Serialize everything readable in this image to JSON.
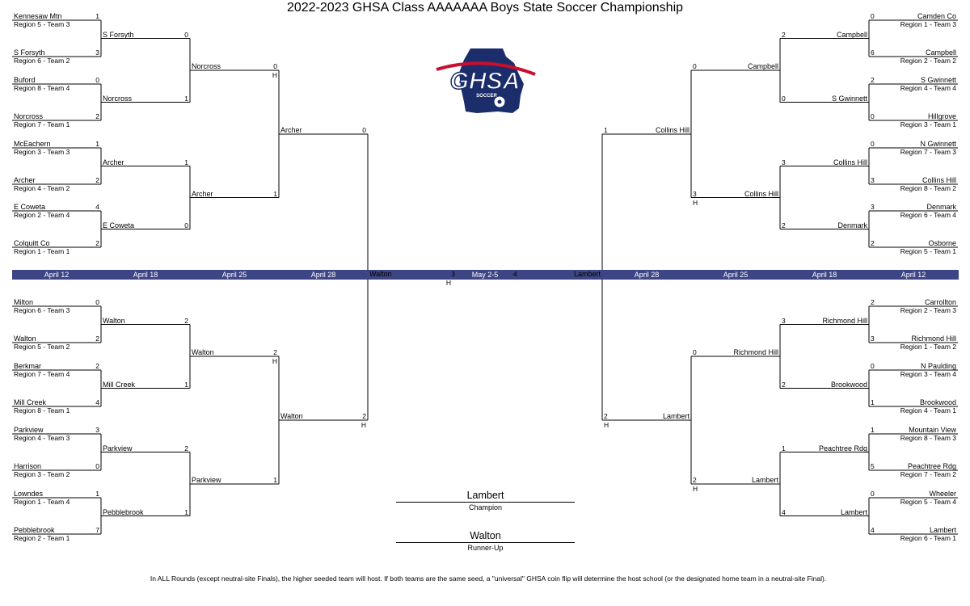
{
  "title": "2022-2023 GHSA Class AAAAAAA Boys State Soccer Championship",
  "dates": {
    "left": [
      "April 12",
      "April 18",
      "April 25",
      "April 28"
    ],
    "center": "May 2-5",
    "right": [
      "April 28",
      "April 25",
      "April 18",
      "April 12"
    ]
  },
  "logo": {
    "text": "GHSA",
    "subtext": "SOCCER",
    "color_primary": "#1c2d6b",
    "color_accent": "#c8102e"
  },
  "left": {
    "top": [
      {
        "name": "Kennesaw Mtn",
        "seed": "Region 5 - Team 3",
        "score": "1"
      },
      {
        "name": "S Forsyth",
        "seed": "Region 6 - Team 2",
        "score": "3"
      },
      {
        "name": "Buford",
        "seed": "Region 8 - Team 4",
        "score": "0"
      },
      {
        "name": "Norcross",
        "seed": "Region 7 - Team 1",
        "score": "2"
      },
      {
        "name": "McEachern",
        "seed": "Region 3 - Team 3",
        "score": "1"
      },
      {
        "name": "Archer",
        "seed": "Region 4 - Team 2",
        "score": "2"
      },
      {
        "name": "E Coweta",
        "seed": "Region 2 - Team 4",
        "score": "4"
      },
      {
        "name": "Colquitt Co",
        "seed": "Region 1 - Team 1",
        "score": "2"
      }
    ],
    "top_r2": [
      {
        "name": "S Forsyth",
        "score": "0"
      },
      {
        "name": "Norcross",
        "score": "1"
      },
      {
        "name": "Archer",
        "score": "1"
      },
      {
        "name": "E Coweta",
        "score": "0"
      }
    ],
    "top_r3": [
      {
        "name": "Norcross",
        "score": "0",
        "host": "H"
      },
      {
        "name": "Archer",
        "score": "1"
      }
    ],
    "top_r4": {
      "name": "Archer",
      "score": "0"
    },
    "bottom": [
      {
        "name": "Milton",
        "seed": "Region 6 - Team 3",
        "score": "0"
      },
      {
        "name": "Walton",
        "seed": "Region 5 - Team 2",
        "score": "2"
      },
      {
        "name": "Berkmar",
        "seed": "Region 7 - Team 4",
        "score": "2"
      },
      {
        "name": "Mill Creek",
        "seed": "Region 8 - Team 1",
        "score": "4"
      },
      {
        "name": "Parkview",
        "seed": "Region 4 - Team 3",
        "score": "3"
      },
      {
        "name": "Harrison",
        "seed": "Region 3 - Team 2",
        "score": "0"
      },
      {
        "name": "Lowndes",
        "seed": "Region 1 - Team 4",
        "score": "1"
      },
      {
        "name": "Pebblebrook",
        "seed": "Region 2 - Team 1",
        "score": "7"
      }
    ],
    "bottom_r2": [
      {
        "name": "Walton",
        "score": "2"
      },
      {
        "name": "Mill Creek",
        "score": "1"
      },
      {
        "name": "Parkview",
        "score": "2"
      },
      {
        "name": "Pebblebrook",
        "score": "1"
      }
    ],
    "bottom_r3": [
      {
        "name": "Walton",
        "score": "2",
        "host": "H"
      },
      {
        "name": "Parkview",
        "score": "1"
      }
    ],
    "bottom_r4": {
      "name": "Walton",
      "score": "2",
      "host": "H"
    },
    "finalist": {
      "name": "Walton",
      "score": "3",
      "host": "H"
    }
  },
  "right": {
    "top": [
      {
        "name": "Camden Co",
        "seed": "Region 1 - Team 3",
        "score": "0"
      },
      {
        "name": "Campbell",
        "seed": "Region 2 - Team 2",
        "score": "6"
      },
      {
        "name": "S Gwinnett",
        "seed": "Region 4 - Team 4",
        "score": "2"
      },
      {
        "name": "Hillgrove",
        "seed": "Region 3 - Team 1",
        "score": "0"
      },
      {
        "name": "N Gwinnett",
        "seed": "Region 7 - Team 3",
        "score": "0"
      },
      {
        "name": "Collins Hill",
        "seed": "Region 8 - Team 2",
        "score": "3"
      },
      {
        "name": "Denmark",
        "seed": "Region 6 - Team 4",
        "score": "3"
      },
      {
        "name": "Osborne",
        "seed": "Region 5 - Team 1",
        "score": "2"
      }
    ],
    "top_r2": [
      {
        "name": "Campbell",
        "score": "2"
      },
      {
        "name": "S Gwinnett",
        "score": "0"
      },
      {
        "name": "Collins Hill",
        "score": "3"
      },
      {
        "name": "Denmark",
        "score": "2"
      }
    ],
    "top_r3": [
      {
        "name": "Campbell",
        "score": "0"
      },
      {
        "name": "Collins Hill",
        "score": "3",
        "host": "H"
      }
    ],
    "top_r4": {
      "name": "Collins Hill",
      "score": "1"
    },
    "bottom": [
      {
        "name": "Carrollton",
        "seed": "Region 2 - Team 3",
        "score": "2"
      },
      {
        "name": "Richmond Hill",
        "seed": "Region 1 - Team 2",
        "score": "3"
      },
      {
        "name": "N Paulding",
        "seed": "Region 3 - Team 4",
        "score": "0"
      },
      {
        "name": "Brookwood",
        "seed": "Region 4 - Team 1",
        "score": "1"
      },
      {
        "name": "Mountain View",
        "seed": "Region 8 - Team 3",
        "score": "1"
      },
      {
        "name": "Peachtree Rdg",
        "seed": "Region 7 - Team 2",
        "score": "5"
      },
      {
        "name": "Wheeler",
        "seed": "Region 5 - Team 4",
        "score": "0"
      },
      {
        "name": "Lambert",
        "seed": "Region 6 - Team 1",
        "score": "4"
      }
    ],
    "bottom_r2": [
      {
        "name": "Richmond Hill",
        "score": "3"
      },
      {
        "name": "Brookwood",
        "score": "2"
      },
      {
        "name": "Peachtree Rdg",
        "score": "1"
      },
      {
        "name": "Lambert",
        "score": "4"
      }
    ],
    "bottom_r3": [
      {
        "name": "Richmond Hill",
        "score": "0"
      },
      {
        "name": "Lambert",
        "score": "2",
        "host": "H"
      }
    ],
    "bottom_r4": {
      "name": "Lambert",
      "score": "2",
      "host": "H"
    },
    "finalist": {
      "name": "Lambert",
      "score": "4"
    }
  },
  "champion": {
    "name": "Lambert",
    "label": "Champion"
  },
  "runner_up": {
    "name": "Walton",
    "label": "Runner-Up"
  },
  "footnote": "In ALL Rounds (except neutral-site Finals), the higher seeded team will host. If both teams are the same seed, a \"universal\" GHSA coin flip will determine the host school (or the designated home team in a neutral-site Final)."
}
